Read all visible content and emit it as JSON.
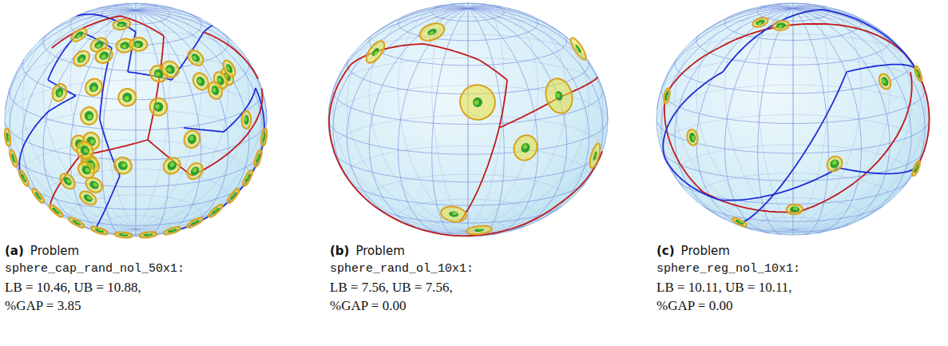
{
  "diagram": {
    "labels": [
      "(a)",
      "Problem",
      "sphere_cap_rand_nol_50x1:",
      "LB = 10.46, UB = 10.88,",
      "%GAP = 3.85",
      "(b)",
      "Problem",
      "sphere_rand_ol_10x1:",
      "LB = 7.56, UB = 7.56,",
      "%GAP = 0.00",
      "(c)",
      "Problem",
      "sphere_reg_nol_10x1:",
      "LB = 10.11, UB = 10.11,",
      "%GAP = 0.00"
    ]
  }
}
